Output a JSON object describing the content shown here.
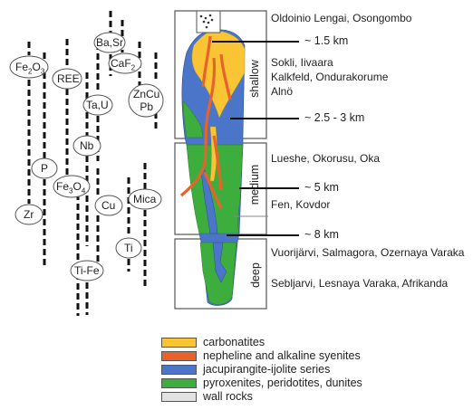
{
  "elements": [
    {
      "id": "fe2o3",
      "label": "Fe2O3"
    },
    {
      "id": "basr",
      "label": "Ba,Sr"
    },
    {
      "id": "caf2",
      "label": "CaF2"
    },
    {
      "id": "ree",
      "label": "REE"
    },
    {
      "id": "znlab",
      "label": "ZnCu\nPb"
    },
    {
      "id": "tau",
      "label": "Ta,U"
    },
    {
      "id": "nb",
      "label": "Nb"
    },
    {
      "id": "p",
      "label": "P"
    },
    {
      "id": "fe3o4",
      "label": "Fe3O4"
    },
    {
      "id": "zr",
      "label": "Zr"
    },
    {
      "id": "cu",
      "label": "Cu"
    },
    {
      "id": "mica",
      "label": "Mica"
    },
    {
      "id": "ti",
      "label": "Ti"
    },
    {
      "id": "tife",
      "label": "Ti-Fe"
    }
  ],
  "zones": {
    "shallow": "shallow",
    "medium": "medium",
    "deep": "deep"
  },
  "depths": {
    "d1": "~ 1.5 km",
    "d2": "~ 2.5 - 3 km",
    "d3": "~ 5 km",
    "d4": "~ 8 km"
  },
  "localities": {
    "l1": "Oldoinio Lengai, Osongombo",
    "l2": "Sokli, Iivaara",
    "l3": "Kalkfeld, Ondurakorume",
    "l4": "Alnö",
    "l5": "Lueshe, Okorusu, Oka",
    "l6": "Fen, Kovdor",
    "l7": "Vuorijärvi, Salmagora, Ozernaya Varaka",
    "l8": "Sebljarvi, Lesnaya Varaka, Afrikanda"
  },
  "legend": [
    {
      "label": "carbonatites",
      "color": "#f9c534"
    },
    {
      "label": "nepheline and alkaline syenites",
      "color": "#e8632c"
    },
    {
      "label": "jacupirangite-ijolite series",
      "color": "#4a75c8"
    },
    {
      "label": "pyroxenites, peridotites, dunites",
      "color": "#3dad3d"
    },
    {
      "label": "wall rocks",
      "color": "#e2e2e2"
    }
  ]
}
